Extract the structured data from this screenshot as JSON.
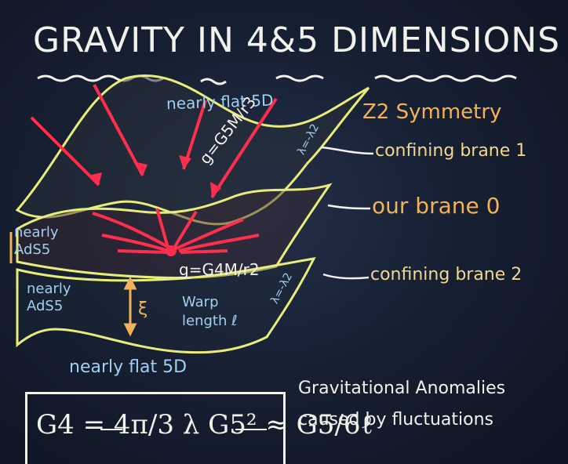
{
  "board": {
    "title": "GRAVITY IN 4&5 DIMENSIONS",
    "top_label": "nearly flat 5D",
    "z2_label": "Z2 Symmetry",
    "confining_brane_1": "confining brane 1",
    "our_brane": "our brane 0",
    "confining_brane_2": "confining brane 2",
    "g5_formula": "g=G5M/r3",
    "g4_formula": "g=G4M/r2",
    "ads_upper": "nearly\nAdS5",
    "ads_lower": "nearly\nAdS5",
    "xi_label": "ξ",
    "warp_label": "Warp\nlength ℓ",
    "lambda_upper": "λ=-λ2",
    "lambda_lower": "λ=-λ2",
    "bottom_label": "nearly flat 5D",
    "anomalies_text": "Gravitational Anomalies\ncaused by fluctuations",
    "equation": "G4 = 4π/3 λ G5² ≈ G5/6ℓ"
  },
  "colors": {
    "background": "#172033",
    "chalk_white": "#f2f2ec",
    "chalk_yellow": "#e8ec7a",
    "chalk_orange": "#f2b258",
    "chalk_blue": "#9fd0f0",
    "chalk_red": "#ff2e4c"
  }
}
